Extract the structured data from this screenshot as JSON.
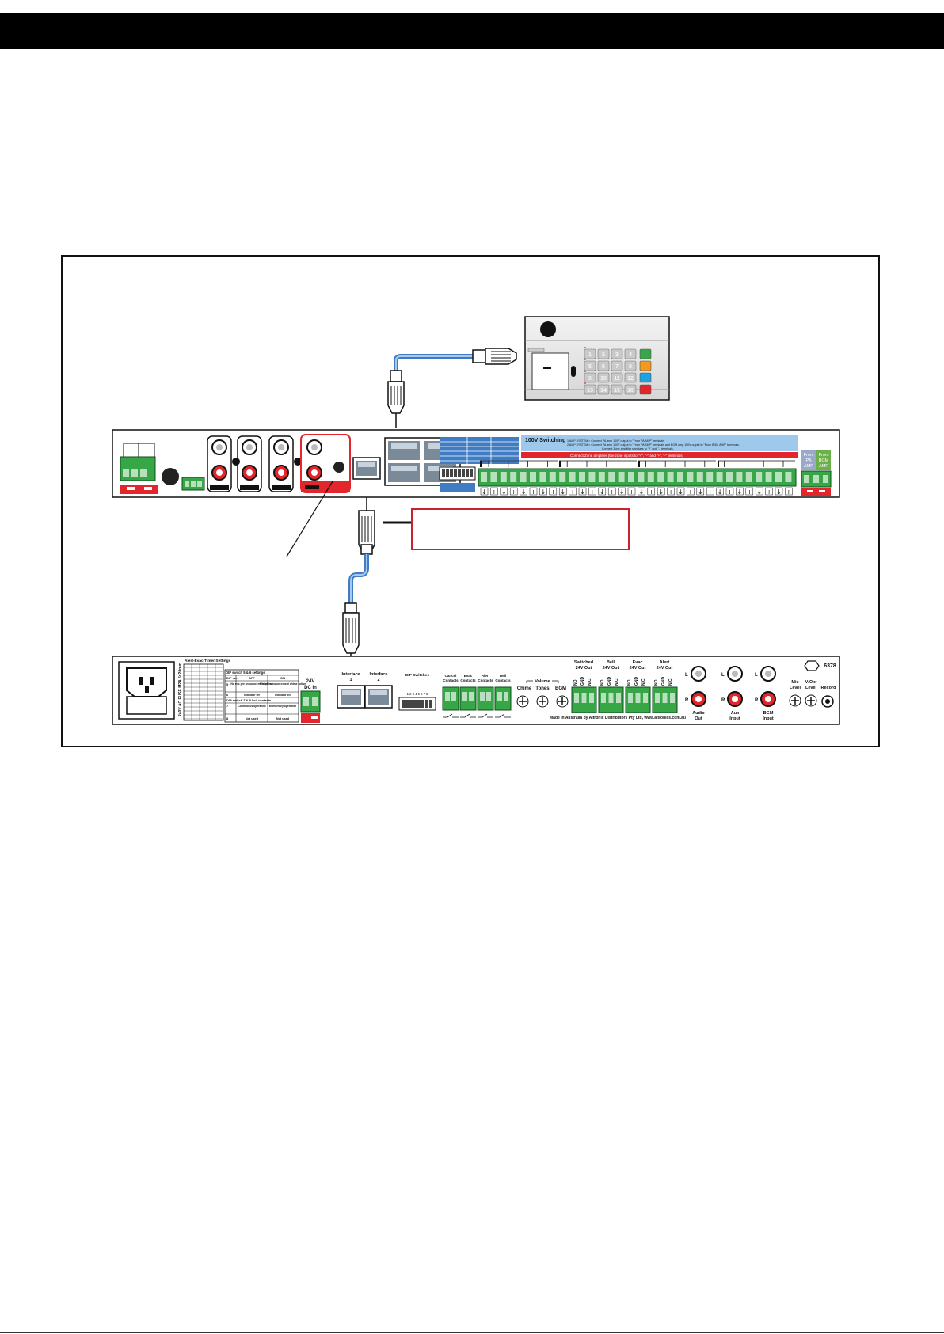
{
  "rear_panel": {
    "pwr_fuse_text": "240V AC FUSE M2A 5x20mm",
    "dip_table_title": "Alert-Evac Timer Settings",
    "dip_settings_title": "DIP switch 5 & 6 settings",
    "dip_7_8_title": "DIP switch 7 & 8 bell contacts",
    "col_dip_no": "DIP sw.",
    "col_off": "OFF",
    "col_on": "ON",
    "row5_off": "No mic pre announcement chime",
    "row5_on": "Mic pre announcement chime active",
    "row6_off": "Indicator off",
    "row6_on": "Indicator on",
    "row7_off": "Continuous operation",
    "row7_on": "Momentary operation",
    "row8_off": "Not used",
    "row8_on": "Not used",
    "dc_in": "24V",
    "dc_in2": "DC In",
    "interface1": "Interface",
    "interface1_num": "1",
    "interface2": "Interface",
    "interface2_num": "2",
    "dip_switches": "DIP Switches",
    "dip_numbers": "1 2 3 4 5 6 7 8",
    "contacts": [
      "Cancel Contacts",
      "Evac Contacts",
      "Alert Contacts",
      "Bell Contacts"
    ],
    "volume": "Volume",
    "chime": "Chime",
    "tones": "Tones",
    "bgm": "BGM",
    "switched_out": "Switched",
    "switched_out2": "24V Out",
    "bell_out": "Bell",
    "bell_out2": "24V Out",
    "evac_out": "Evac",
    "evac_out2": "24V Out",
    "alert_out": "Alert",
    "alert_out2": "24V Out",
    "no_gnd_nc": [
      "NO",
      "GND",
      "N/C"
    ],
    "made_in": "Made in Australia by Altronic Distributors Pty Ltd, www.altronics.com.au",
    "audio_out": "Audio",
    "audio_out2": "Out",
    "aux_input": "Aux",
    "aux_input2": "Input",
    "bgm_input": "BGM",
    "bgm_input2": "Input",
    "mic_level": "Mic",
    "mic_level2": "Level",
    "vox_level": "V/Oxr",
    "vox_level2": "Level",
    "record": "Record",
    "l": "L",
    "r": "R",
    "cert_number": "6378"
  },
  "zone_panel": {
    "switching_title": "100V Switching",
    "note1": "1 AMP SYSTEM = Connect PA amp 100V output to \"From PA AMP\" terminals",
    "note2": "2 AMP SYSTEM = Connect PA amp 100V output to \"From PA AMP\" terminals and BGM amp 100V output to \"From BGM AMP\" terminals.",
    "note3": "Connect Zone amplifier speakers to \"+\" and \"-\" terminals.",
    "red_note": "Connect Zone amplifier (the zone inputs to \"+\", \"-\" and \"+\", \"-\" terminals)",
    "from_pa": "From",
    "from_pa2": "PA",
    "from_pa3": "AMP",
    "from_bgm": "From",
    "from_bgm2": "BGM",
    "from_bgm3": "AMP"
  },
  "keypad": {
    "keys": [
      "1",
      "2",
      "3",
      "4",
      "5",
      "6",
      "7",
      "8",
      "9",
      "10",
      "11",
      "12",
      "13",
      "14",
      "15",
      "16"
    ],
    "colors": {
      "key": "#c9c9c9",
      "green": "#3aa64a",
      "orange": "#f29a1f",
      "blue": "#1aa3e0",
      "red": "#e3262b"
    }
  },
  "colors": {
    "terminal_green": "#37a647",
    "cable_blue": "#3f7cc4",
    "callout_red": "#c8232c",
    "panel_blue": "#9fc9ec"
  }
}
